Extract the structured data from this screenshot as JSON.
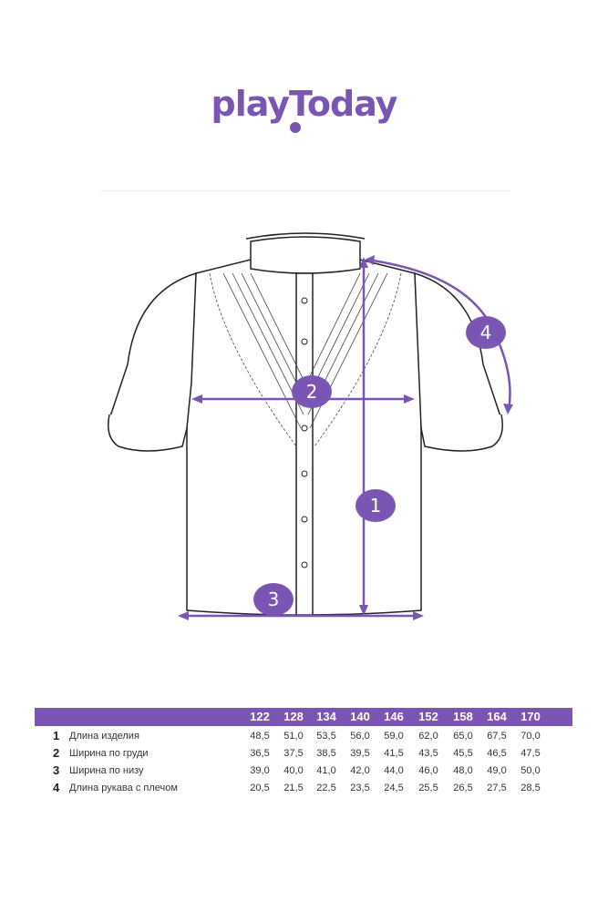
{
  "brand": {
    "logo_text": "playToday",
    "color": "#7b55b4"
  },
  "markers": [
    "1",
    "2",
    "3",
    "4"
  ],
  "size_table": {
    "sizes": [
      "122",
      "128",
      "134",
      "140",
      "146",
      "152",
      "158",
      "164",
      "170"
    ],
    "rows": [
      {
        "num": "1",
        "label": "Длина изделия",
        "values": [
          "48,5",
          "51,0",
          "53,5",
          "56,0",
          "59,0",
          "62,0",
          "65,0",
          "67,5",
          "70,0"
        ]
      },
      {
        "num": "2",
        "label": "Ширина по груди",
        "values": [
          "36,5",
          "37,5",
          "38,5",
          "39,5",
          "41,5",
          "43,5",
          "45,5",
          "46,5",
          "47,5"
        ]
      },
      {
        "num": "3",
        "label": "Ширина по низу",
        "values": [
          "39,0",
          "40,0",
          "41,0",
          "42,0",
          "44,0",
          "46,0",
          "48,0",
          "49,0",
          "50,0"
        ]
      },
      {
        "num": "4",
        "label": "Длина рукава с плечом",
        "values": [
          "20,5",
          "21,5",
          "22,5",
          "23,5",
          "24,5",
          "25,5",
          "26,5",
          "27,5",
          "28,5"
        ]
      }
    ]
  }
}
